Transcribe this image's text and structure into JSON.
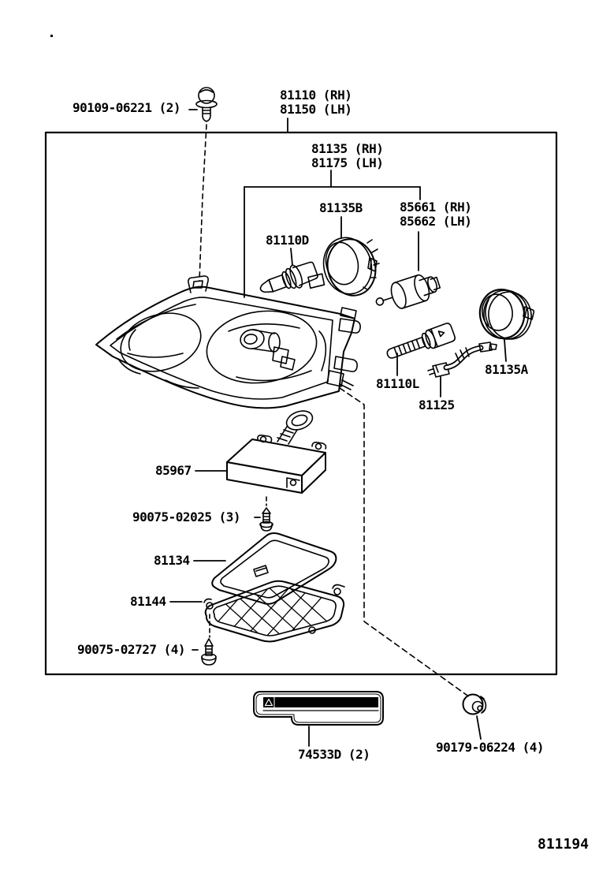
{
  "diagram": {
    "figure_number": "811194",
    "labels": {
      "screw_top": "90109-06221 (2)",
      "headlamp_assy_rh": "81110 (RH)",
      "headlamp_assy_lh": "81150 (LH)",
      "headlamp_unit_rh": "81135 (RH)",
      "headlamp_unit_lh": "81175 (LH)",
      "retaining_ring": "81135B",
      "leveling_socket_rh": "85661 (RH)",
      "leveling_socket_lh": "85662 (LH)",
      "bulb_high": "81110D",
      "bulb_low": "81110L",
      "cord": "81125",
      "seal_cap": "81135A",
      "ballast": "85967",
      "ballast_screw": "90075-02025 (3)",
      "gasket": "81134",
      "cover": "81144",
      "cover_screw": "90075-02727 (4)",
      "caution_label": "74533D (2)",
      "nut": "90179-06224 (4)"
    },
    "line_color": "#000000",
    "background_color": "#ffffff"
  }
}
